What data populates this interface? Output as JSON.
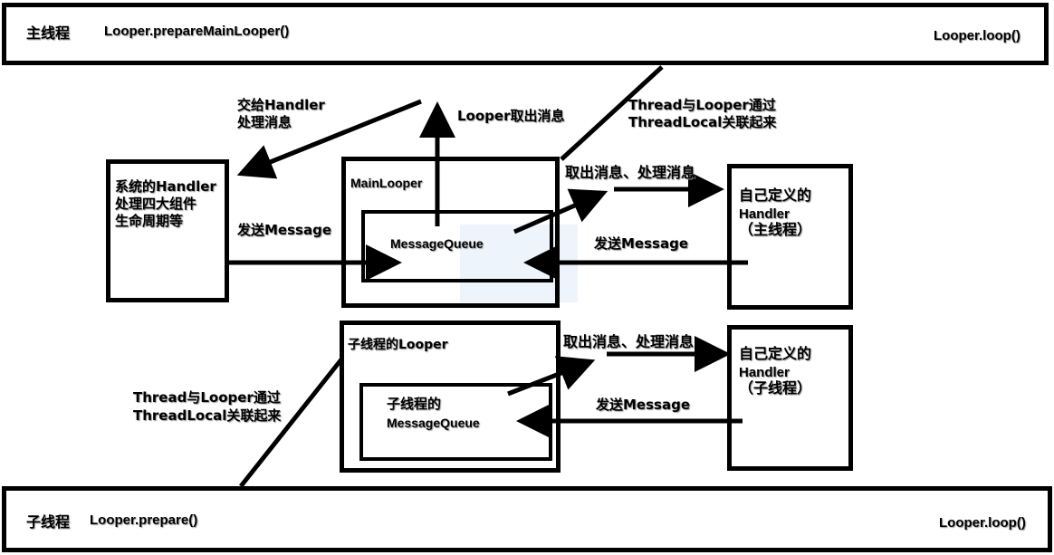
{
  "main_thread": {
    "title": "主线程",
    "prepare": "Looper.prepareMainLooper()",
    "loop": "Looper.loop()"
  },
  "child_thread": {
    "title": "子线程",
    "prepare": "Looper.prepare()",
    "loop": "Looper.loop()"
  },
  "system_handler": [
    "系统的Handler",
    "处理四大组件",
    "生命周期等"
  ],
  "main_looper": {
    "title": "MainLooper",
    "queue": "MessageQueue"
  },
  "custom_handler_main": [
    "自己定义的",
    "Handler",
    "（主线程）"
  ],
  "child_looper": {
    "title": "子线程的Looper",
    "queue": [
      "子线程的",
      "MessageQueue"
    ]
  },
  "custom_handler_child": [
    "自己定义的",
    "Handler",
    "（子线程）"
  ],
  "labels": {
    "deliver_to_handler": [
      "交给Handler",
      "处理消息"
    ],
    "looper_take_message": "Looper取出消息",
    "thread_looper_link_main": [
      "Thread与Looper通过",
      "ThreadLocal关联起来"
    ],
    "take_process_main": "取出消息、处理消息",
    "send_message_system": "发送Message",
    "send_message_custom_main": "发送Message",
    "take_process_child": "取出消息、处理消息",
    "send_message_custom_child": "发送Message",
    "thread_looper_link_child": [
      "Thread与Looper通过",
      "ThreadLocal关联起来"
    ]
  }
}
